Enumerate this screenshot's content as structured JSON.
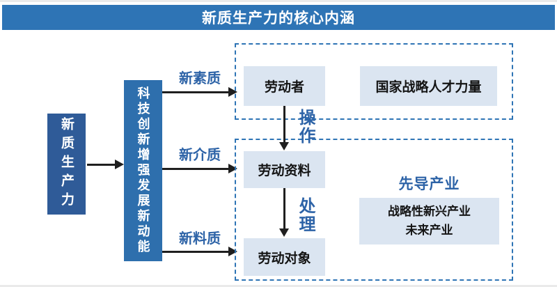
{
  "title": "新质生产力的核心内涵",
  "left_node": {
    "label": "新质生产力"
  },
  "mid_node": {
    "label": "科技创新增强发展新动能"
  },
  "arrows": {
    "labels": [
      "新素质",
      "新介质",
      "新料质"
    ]
  },
  "top_group": {
    "worker": "劳动者",
    "talent": "国家战略人才力量"
  },
  "flow": {
    "operate": "操作",
    "process": "处理"
  },
  "bottom_group": {
    "materials": "劳动资料",
    "objects": "劳动对象",
    "industry_title": "先导产业",
    "industry_line1": "战略性新兴产业",
    "industry_line2": "未来产业"
  },
  "colors": {
    "header_bg": "#2e74b5",
    "left_node_bg": "#2f5b98",
    "mid_node_bg": "#2e6fad",
    "light_box_bg": "#dbe5f1",
    "dashed_border": "#2e74b5",
    "label_blue": "#2d63a7",
    "arrow_black": "#1f1f1f",
    "node_text": "#ffffff",
    "box_text": "#141414"
  }
}
